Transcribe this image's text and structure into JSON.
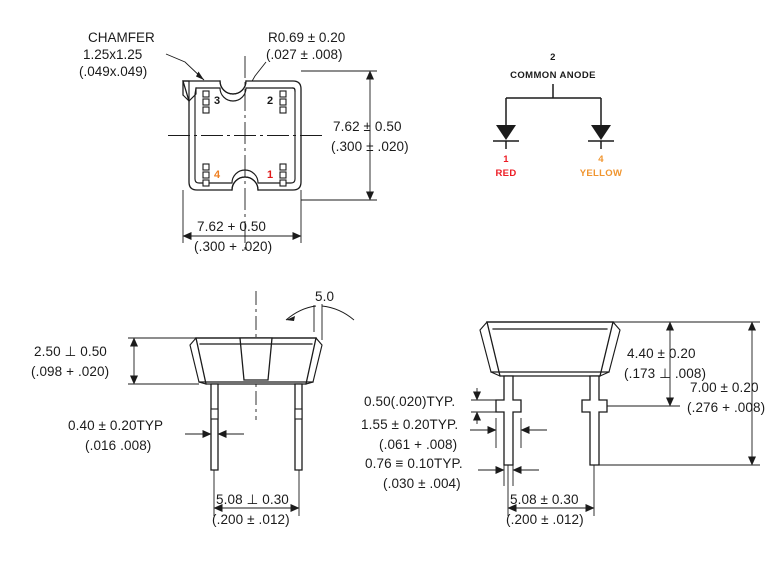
{
  "document": {
    "title": "LED Package Outline Drawing",
    "background_color": "#ffffff",
    "line_color": "#1b1b1b"
  },
  "views": {
    "top_view": {
      "name": "top-view",
      "notes": {
        "chamfer_line1": "CHAMFER",
        "chamfer_line2": "1.25x1.25",
        "chamfer_line3": "(.049x.049)",
        "radius_line1": "R0.69 ± 0.20",
        "radius_line2": "(.027 ± .008)"
      },
      "dimensions": {
        "height_mm": "7.62 ± 0.50",
        "height_in": "(.300 ± .020)",
        "width_mm": "7.62 + 0.50",
        "width_in": "(.300 + .020)"
      },
      "pins": [
        {
          "number": "3",
          "color": "#161616",
          "position": "top-left"
        },
        {
          "number": "2",
          "color": "#161616",
          "position": "top-right"
        },
        {
          "number": "4",
          "color": "#ef8022",
          "position": "bottom-left"
        },
        {
          "number": "1",
          "color": "#e01b1b",
          "position": "bottom-right"
        }
      ]
    },
    "schematic": {
      "name": "schematic-common-anode",
      "common_pin": "2",
      "common_label": "COMMON ANODE",
      "diodes": [
        {
          "pin": "1",
          "label": "RED",
          "color": "#ed1c24"
        },
        {
          "pin": "4",
          "label": "YELLOW",
          "color": "#f0952f"
        }
      ]
    },
    "side_view_left": {
      "name": "front-side-view",
      "dimensions": {
        "body_height_mm": "2.50 ⊥ 0.50",
        "body_height_in": "(.098 + .020)",
        "lead_thickness_mm": "0.40 ± 0.20TYP",
        "lead_thickness_in": "(.016    .008)",
        "lead_pitch_mm": "5.08 ⊥ 0.30",
        "lead_pitch_in": "(.200 ± .012)",
        "draft_angle": "5.0"
      }
    },
    "side_view_right": {
      "name": "end-side-view",
      "dimensions": {
        "standoff_mm": "0.50(.020)TYP.",
        "lead_width_mm": "1.55 ± 0.20TYP.",
        "lead_width_in": "(.061 + .008)",
        "lead_thickness_mm": "0.76 ≡ 0.10TYP.",
        "lead_thickness_in": "(.030 ± .004)",
        "body_height_mm": "4.40 ± 0.20",
        "body_height_in": "(.173 ⊥ .008)",
        "total_height_mm": "7.00 ± 0.20",
        "total_height_in": "(.276 + .008)",
        "lead_pitch_mm": "5.08 ± 0.30",
        "lead_pitch_in": "(.200 ± .012)"
      }
    }
  }
}
